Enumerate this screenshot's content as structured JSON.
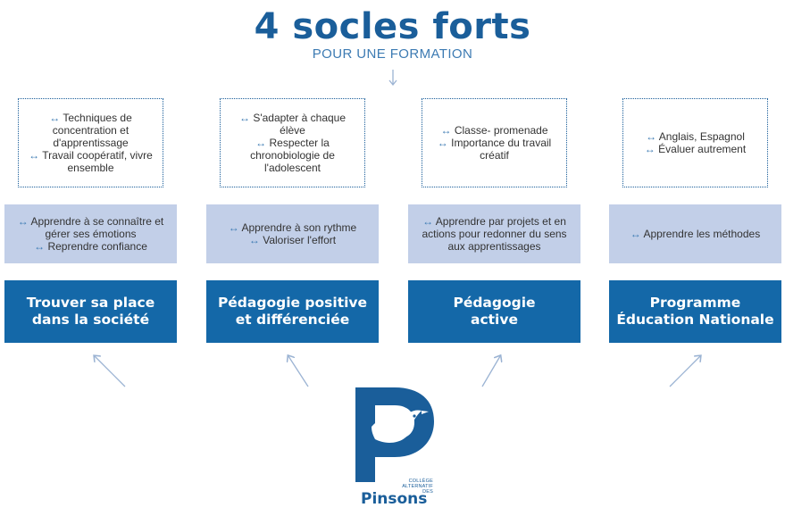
{
  "header": {
    "title": "4 socles forts",
    "subtitle": "POUR UNE FORMATION"
  },
  "arrow_glyph": "↔",
  "pillars": [
    {
      "title_lines": [
        "Trouver sa place",
        "dans la société"
      ],
      "objectives": [
        "Apprendre à se connaître et gérer ses émotions",
        "Reprendre confiance"
      ],
      "means": [
        "Techniques de concentration et d'apprentissage",
        "Travail coopératif, vivre ensemble"
      ]
    },
    {
      "title_lines": [
        "Pédagogie positive",
        "et différenciée"
      ],
      "objectives": [
        "Apprendre à son rythme",
        "Valoriser l'effort"
      ],
      "means": [
        "S'adapter à chaque élève",
        "Respecter la chronobiologie de l'adolescent"
      ]
    },
    {
      "title_lines": [
        "Pédagogie",
        "active"
      ],
      "objectives": [
        "Apprendre par projets et en actions pour redonner du sens aux apprentissages"
      ],
      "means": [
        "Classe- promenade",
        "Importance du travail créatif"
      ]
    },
    {
      "title_lines": [
        "Programme",
        "Éducation Nationale"
      ],
      "objectives": [
        "Apprendre les méthodes"
      ],
      "means": [
        "Anglais, Espagnol",
        "Évaluer autrement"
      ]
    }
  ],
  "logo": {
    "letter": "P",
    "small_line1": "COLLÈGE",
    "small_line2": "ALTERNATIF DES",
    "name": "Pinsons"
  },
  "colors": {
    "dark_blue": "#1468a8",
    "title_blue": "#1a5e9a",
    "light_blue": "#c2cfe8",
    "arrow_blue": "#9bb3d3"
  }
}
